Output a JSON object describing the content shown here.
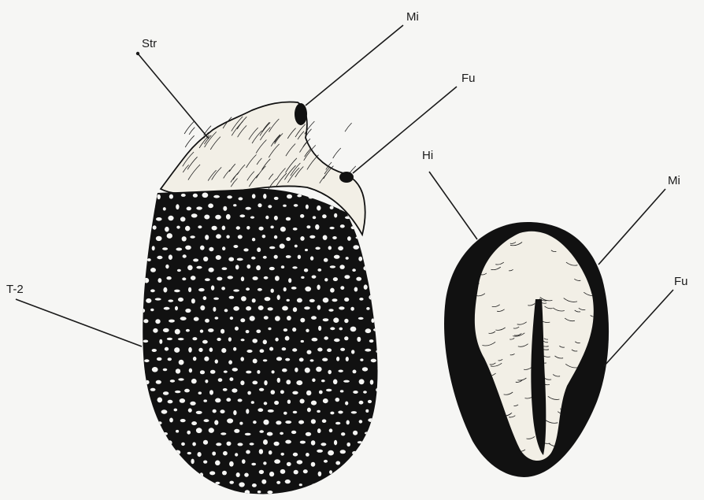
{
  "diagram": {
    "colors": {
      "background": "#f6f6f4",
      "ink": "#111111",
      "pale_tissue": "#f2efe6"
    },
    "seed_left": {
      "labels": {
        "str": "Str",
        "mi": "Mi",
        "fu": "Fu",
        "t2": "T-2"
      }
    },
    "seed_right": {
      "labels": {
        "hi": "Hi",
        "mi": "Mi",
        "fu": "Fu"
      }
    }
  }
}
